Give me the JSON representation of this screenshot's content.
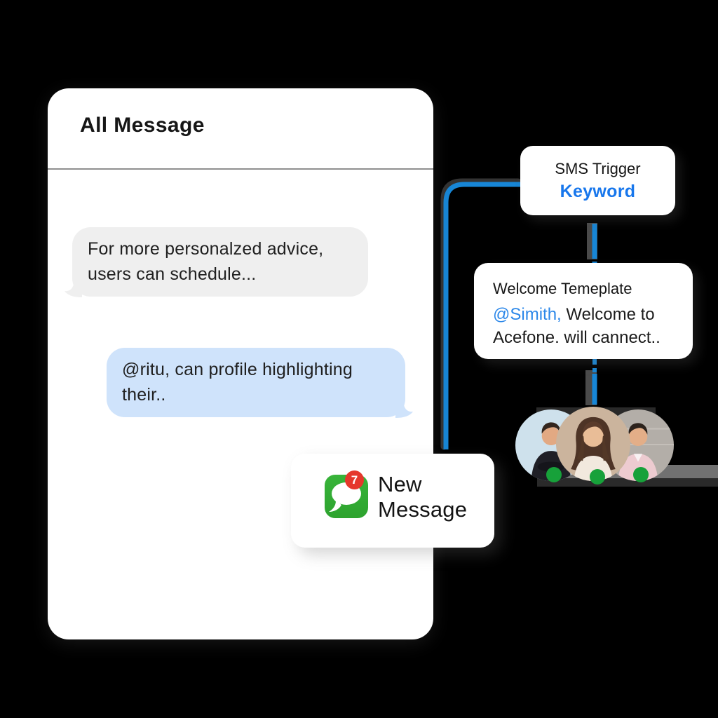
{
  "background_color": "#000000",
  "colors": {
    "background": "#000000",
    "accent": "#1786D6",
    "keyword_blue": "#1877EC",
    "mention_blue": "#2B87E9",
    "bubble_gray": "#EFEFEF",
    "bubble_blue": "#CFE3FB",
    "message_green": "#2DA32E",
    "badge_red": "#E5382C",
    "status_green": "#17A13A"
  },
  "messages_panel": {
    "title": "All Message",
    "received_bubble": "For more personalzed advice, users can schedule...",
    "sent_bubble": "@ritu, can profile highlighting their.."
  },
  "new_message_card": {
    "icon": "green-message-bubble-icon",
    "badge_count": "7",
    "label": "New Message"
  },
  "sms_trigger_card": {
    "title": "SMS Trigger",
    "keyword": "Keyword"
  },
  "welcome_template_card": {
    "title": "Welcome Temeplate",
    "mention": "@Simith,",
    "body": " Welcome to Acefone. will cannect.."
  },
  "team_avatars": [
    {
      "label": "man in black sweater with arms crossed",
      "status": "online"
    },
    {
      "label": "woman with long brown hair",
      "status": "online"
    },
    {
      "label": "man in pink shirt",
      "status": "online"
    }
  ]
}
